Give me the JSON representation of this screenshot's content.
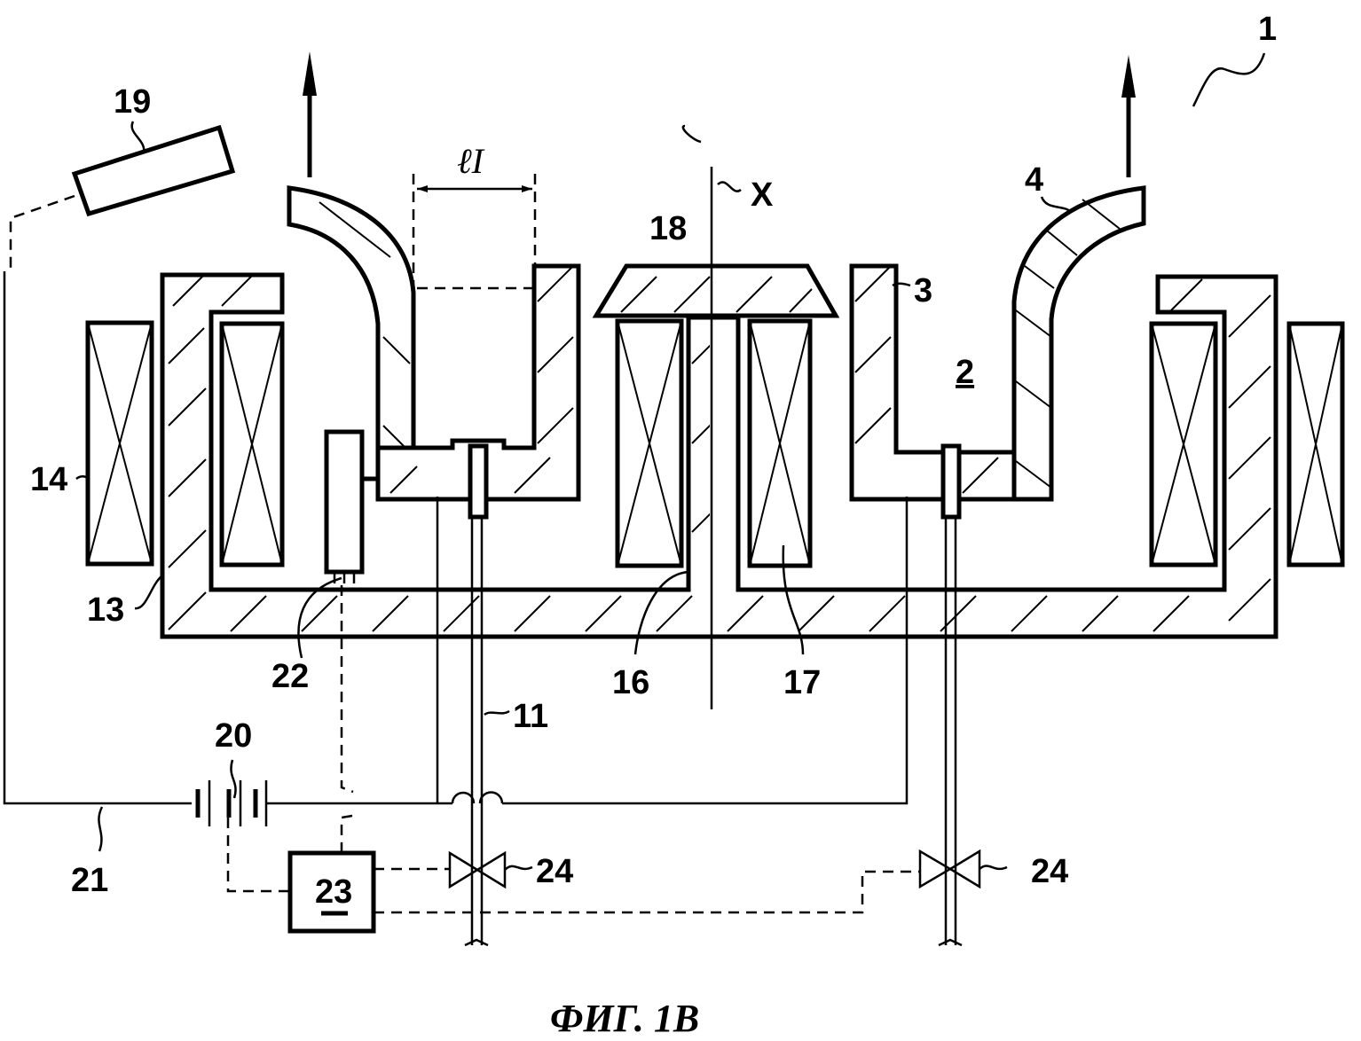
{
  "figure": {
    "caption": "ФИГ. 1В",
    "labels": {
      "device": "1",
      "channel": "2",
      "inner_wall": "3",
      "outer_wall": "4",
      "anode_gas_line": "11",
      "magnetic_circuit": "13",
      "outer_coil": "14",
      "central_core": "16",
      "inner_coil": "17",
      "pole_piece": "18",
      "cathode": "19",
      "power_supply": "20",
      "electric_line": "21",
      "sensor": "22",
      "controller": "23",
      "valve_left": "24",
      "valve_right": "24",
      "axis": "X",
      "length": "ℓI"
    }
  }
}
